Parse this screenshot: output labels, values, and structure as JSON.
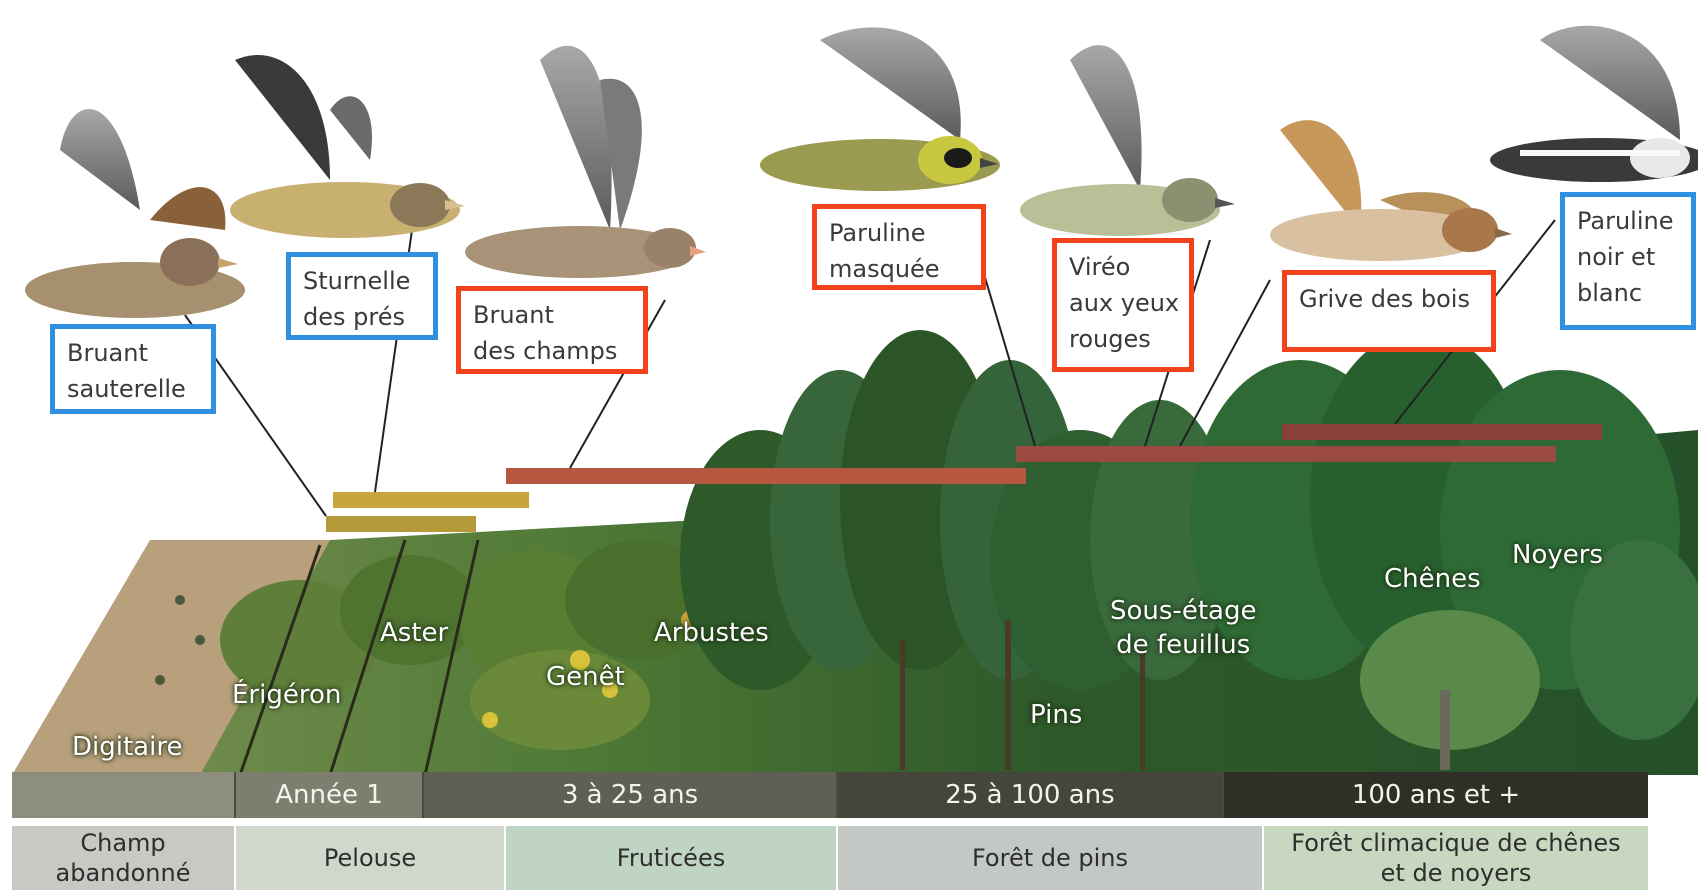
{
  "birds": [
    {
      "id": "bruant-sauterelle",
      "lines": [
        "Bruant",
        "sauterelle"
      ],
      "box_color": "blue"
    },
    {
      "id": "sturnelle-des-pres",
      "lines": [
        "Sturnelle",
        "des prés"
      ],
      "box_color": "blue"
    },
    {
      "id": "bruant-des-champs",
      "lines": [
        "Bruant",
        "des champs"
      ],
      "box_color": "red"
    },
    {
      "id": "paruline-masquee",
      "lines": [
        "Paruline",
        "masquée"
      ],
      "box_color": "red"
    },
    {
      "id": "vireo-aux-yeux-rouges",
      "lines": [
        "Viréo",
        "aux yeux",
        "rouges"
      ],
      "box_color": "red"
    },
    {
      "id": "grive-des-bois",
      "lines": [
        "Grive des bois"
      ],
      "box_color": "red"
    },
    {
      "id": "paruline-noir-et-blanc",
      "lines": [
        "Paruline",
        "noir et",
        "blanc"
      ],
      "box_color": "blue"
    }
  ],
  "vegetation_labels": {
    "digitaire": "Digitaire",
    "erigeron": "Érigéron",
    "aster": "Aster",
    "genet": "Genêt",
    "arbustes": "Arbustes",
    "pins": "Pins",
    "sous_etage": [
      "Sous-étage",
      "de feuillus"
    ],
    "chenes": "Chênes",
    "noyers": "Noyers"
  },
  "years": [
    "Année 1",
    "3 à 25 ans",
    "25 à 100 ans",
    "100 ans et +"
  ],
  "stages": [
    {
      "lines": [
        "Champ",
        "abandonné"
      ]
    },
    {
      "lines": [
        "Pelouse"
      ]
    },
    {
      "lines": [
        "Fruticées"
      ]
    },
    {
      "lines": [
        "Forêt de pins"
      ]
    },
    {
      "lines": [
        "Forêt climacique de chênes",
        "et de noyers"
      ]
    }
  ],
  "colors": {
    "blue_box": "#2f8fe0",
    "red_box": "#f2421c",
    "meadow_bar": "#c9a53c",
    "shrub_bar": "#b5583f",
    "forest_bar": "#9a4a40"
  }
}
